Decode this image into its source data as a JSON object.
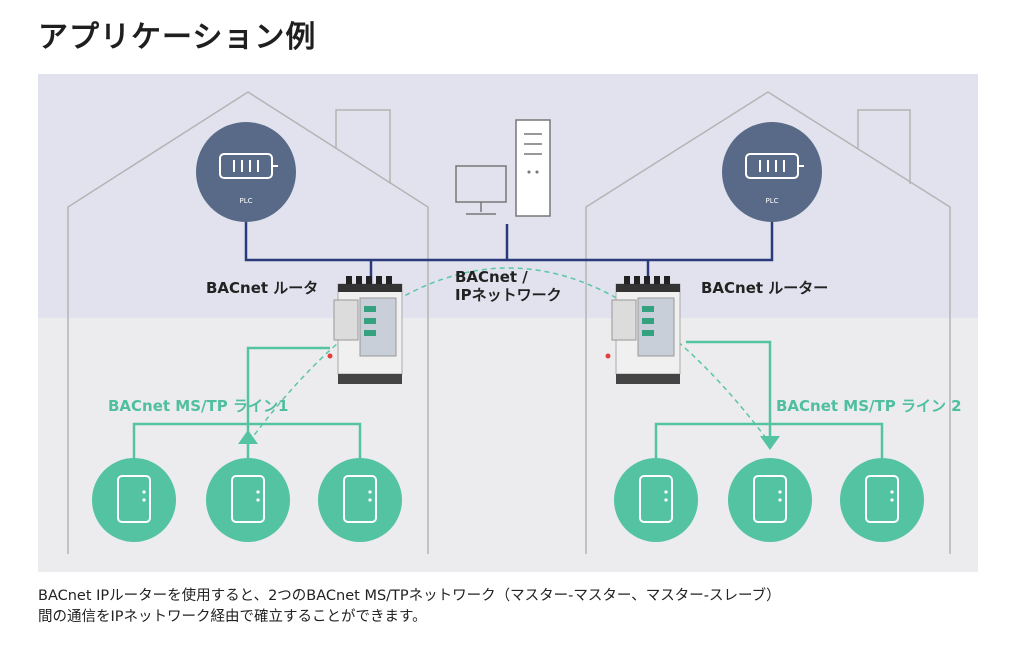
{
  "title": "アプリケーション例",
  "diagram": {
    "plc_left_label": "PLC",
    "plc_right_label": "PLC",
    "router_left_label": "BACnet ルータ",
    "router_right_label": "BACnet ルーター",
    "network_label_line1": "BACnet /",
    "network_label_line2": "IPネットワーク",
    "line1_label": "BACnet MS/TP ライン1",
    "line2_label": "BACnet MS/TP ライン 2",
    "colors": {
      "top_band": "#e1e2ee",
      "bottom_band": "#ececee",
      "plc": "#586a87",
      "device": "#54c3a2",
      "network_line": "#2a3a7a",
      "mstp_line": "#54c3a2",
      "house_outline": "#b4b4b4"
    },
    "icons": [
      "plc-icon",
      "pc-tower-icon",
      "monitor-icon",
      "router-device-icon",
      "field-device-icon"
    ]
  },
  "caption": {
    "line1": "BACnet IPルーターを使用すると、2つのBACnet MS/TPネットワーク（マスター-マスター、マスター-スレーブ）",
    "line2": "間の通信をIPネットワーク経由で確立することができます。"
  }
}
